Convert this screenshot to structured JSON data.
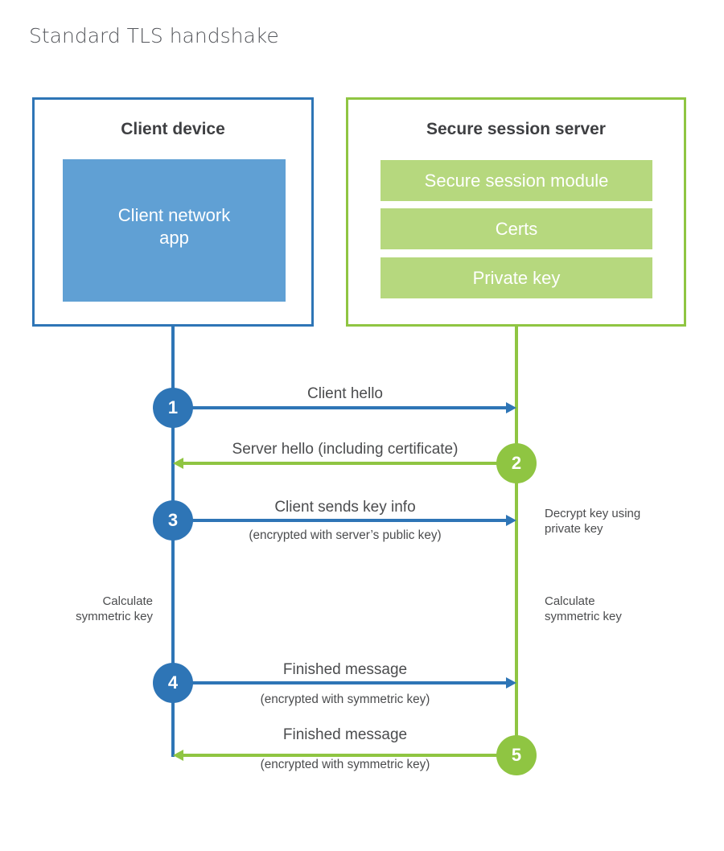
{
  "title": "Standard TLS handshake",
  "colors": {
    "blue": "#2e75b6",
    "blue_light": "#60a0d4",
    "green": "#8fc542",
    "green_light": "#b6d87e",
    "title_gray": "#55575c",
    "header_dark": "#3e3f42",
    "label_gray": "#4b4c4e",
    "background": "#ffffff"
  },
  "client": {
    "header": "Client device",
    "app_label": "Client network\napp"
  },
  "server": {
    "header": "Secure session server",
    "modules": [
      "Secure session module",
      "Certs",
      "Private key"
    ]
  },
  "steps": [
    {
      "num": "1",
      "label": "Client hello",
      "sublabel": "",
      "direction": "right",
      "color": "blue"
    },
    {
      "num": "2",
      "label": "Server hello (including certificate)",
      "sublabel": "",
      "direction": "left",
      "color": "green"
    },
    {
      "num": "3",
      "label": "Client sends key info",
      "sublabel": "(encrypted with server’s public key)",
      "direction": "right",
      "color": "blue"
    },
    {
      "num": "4",
      "label": "Finished message",
      "sublabel": "(encrypted with symmetric key)",
      "direction": "right",
      "color": "blue"
    },
    {
      "num": "5",
      "label": "Finished message",
      "sublabel": "(encrypted with symmetric key)",
      "direction": "left",
      "color": "green"
    }
  ],
  "notes": {
    "decrypt": "Decrypt key using\nprivate key",
    "calculate_left": "Calculate\nsymmetric key",
    "calculate_right": "Calculate\nsymmetric key"
  }
}
